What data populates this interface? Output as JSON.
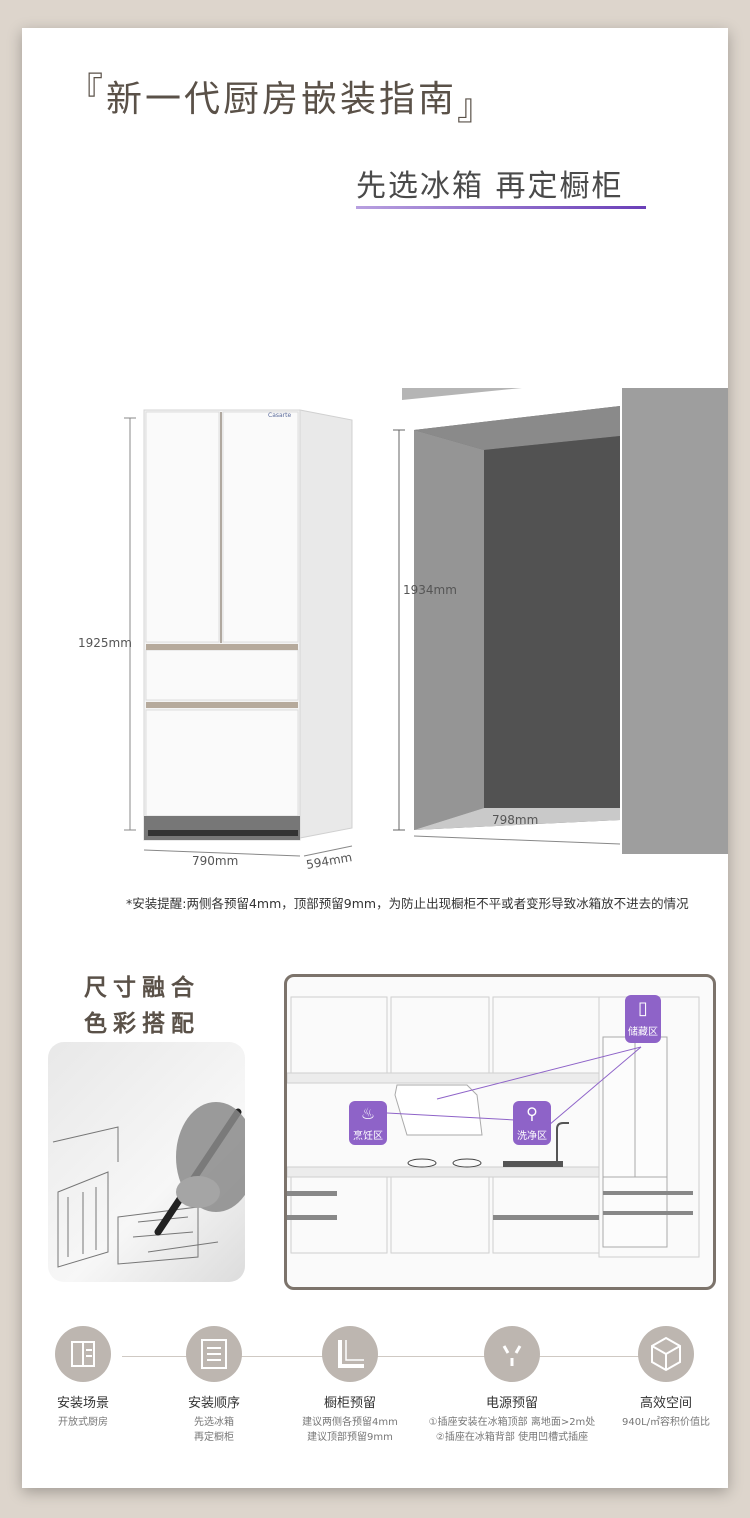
{
  "header": {
    "bracket_open": "『",
    "title": "新一代厨房嵌装指南",
    "bracket_close": "』",
    "subtitle": "先选冰箱  再定橱柜"
  },
  "fridge": {
    "brand": "Casarte",
    "height_label": "1925mm",
    "width_label": "790mm",
    "depth_label": "594mm"
  },
  "cabinet": {
    "height_label": "1934mm",
    "width_label": "798mm"
  },
  "install_note": "*安装提醒:两侧各预留4mm，顶部预留9mm，为防止出现橱柜不平或者变形导致冰箱放不进去的情况",
  "section2": {
    "line1": "尺寸融合",
    "line2": "色彩搭配"
  },
  "zones": {
    "storage": "储藏区",
    "cooking": "烹饪区",
    "washing": "洗净区"
  },
  "features": [
    {
      "icon": "building-icon",
      "title": "安装场景",
      "desc": [
        "开放式厨房"
      ]
    },
    {
      "icon": "list-icon",
      "title": "安装顺序",
      "desc": [
        "先选冰箱",
        "再定橱柜"
      ]
    },
    {
      "icon": "corner-icon",
      "title": "橱柜预留",
      "desc": [
        "建议两侧各预留4mm",
        "建议顶部预留9mm"
      ]
    },
    {
      "icon": "plug-icon",
      "title": "电源预留",
      "desc": [
        "①插座安装在冰箱顶部   离地面>2m处",
        "②插座在冰箱背部   使用凹槽式插座"
      ]
    },
    {
      "icon": "cube-icon",
      "title": "高效空间",
      "desc": [
        "940L/㎡容积价值比"
      ]
    }
  ],
  "colors": {
    "accent": "#7b4fc0",
    "title": "#5a5148",
    "icon_bg": "#bdb6b0"
  }
}
